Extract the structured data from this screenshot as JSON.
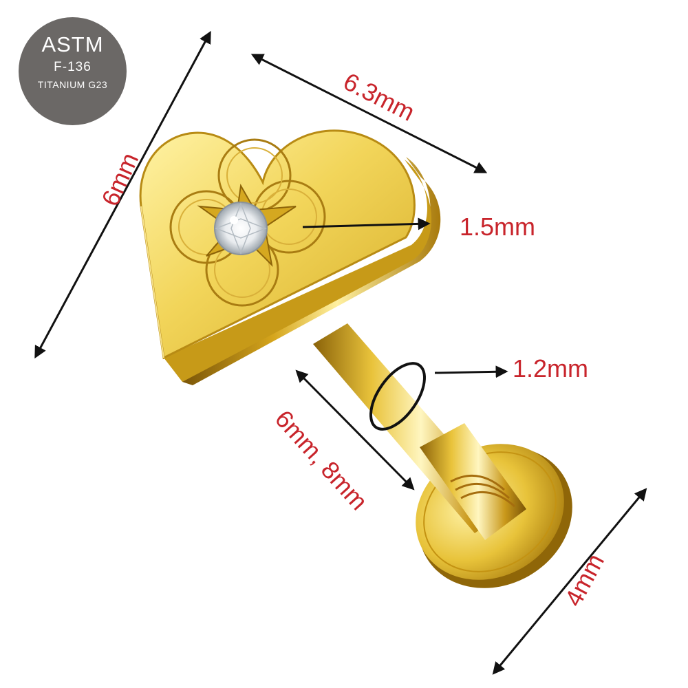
{
  "badge": {
    "line1": "ASTM",
    "line2": "F-136",
    "line3": "TITANIUM G23"
  },
  "dimensions": {
    "top_width": "6.3mm",
    "top_height": "6mm",
    "top_thickness": "1.5mm",
    "gauge": "1.2mm",
    "bar_length": "6mm, 8mm",
    "disc_diameter": "4mm"
  },
  "colors": {
    "gold": "#e8c53a",
    "gold_dark": "#a4780e",
    "gold_light": "#fff2a8",
    "label_red": "#c8242b",
    "badge_gray": "#6b6866"
  }
}
